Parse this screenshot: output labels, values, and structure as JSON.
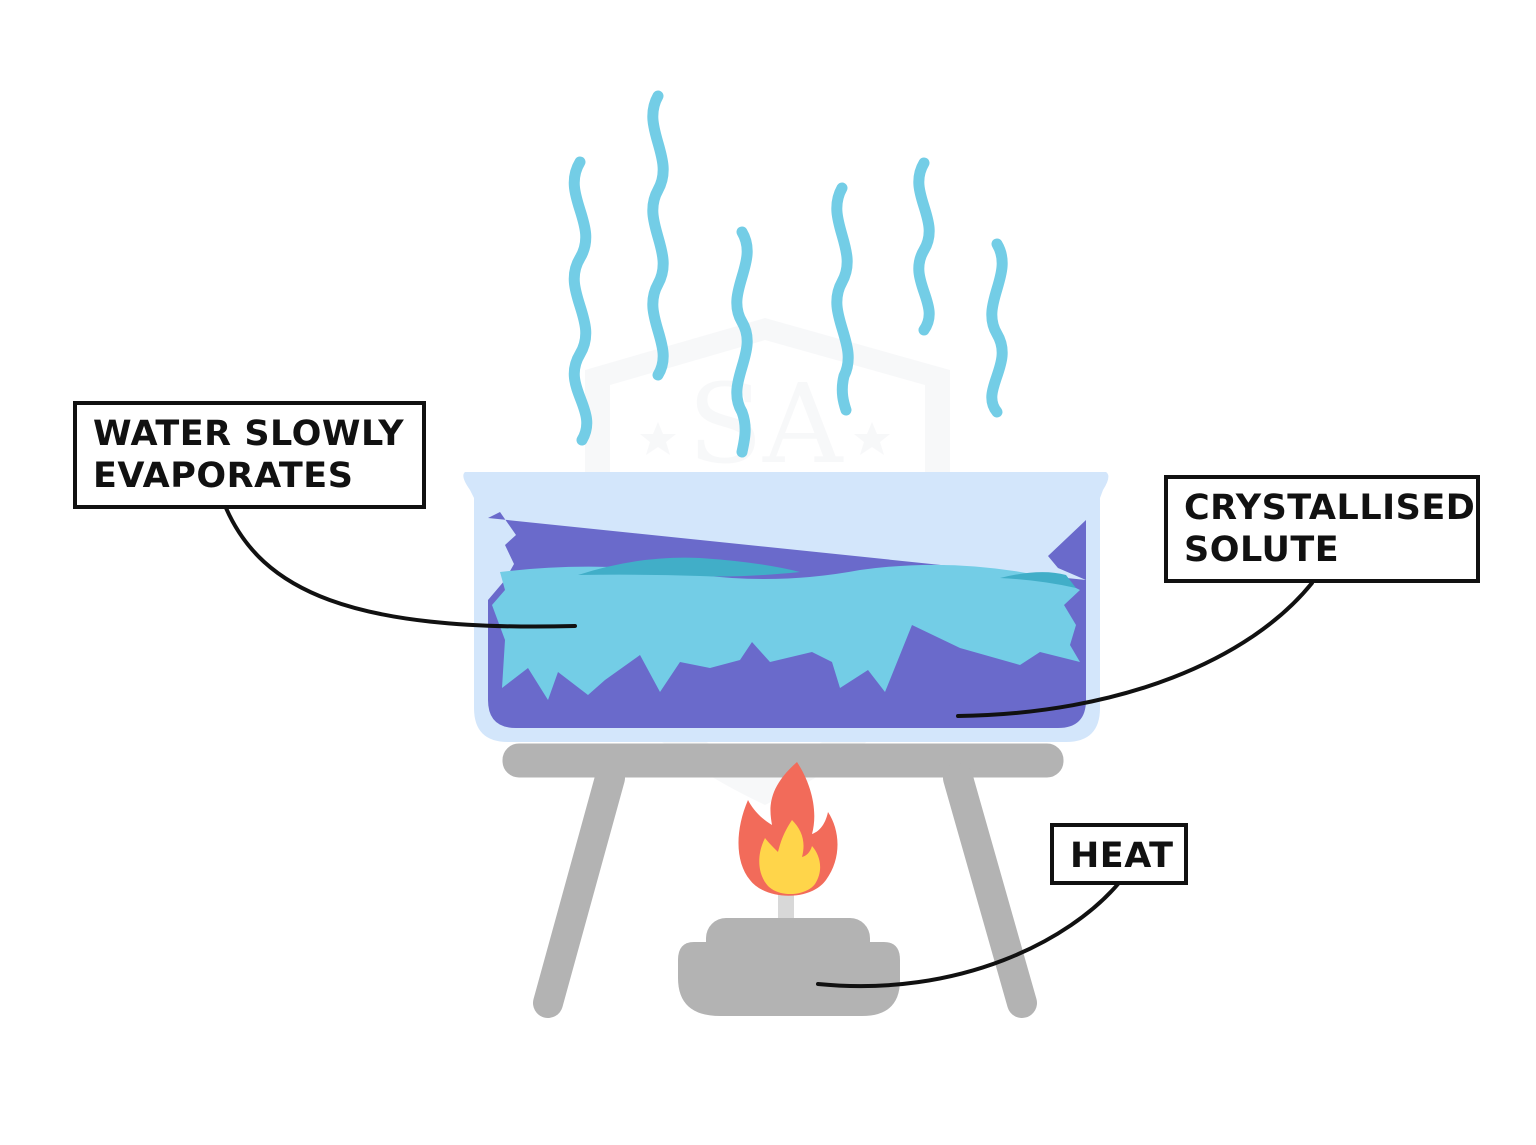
{
  "labels": {
    "water_evaporates": [
      "WATER SLOWLY",
      "EVAPORATES"
    ],
    "crystallised_solute": [
      "CRYSTALLISED",
      "SOLUTE"
    ],
    "heat": [
      "HEAT"
    ]
  },
  "watermark": {
    "monogram": "SA"
  },
  "icons": [
    "steam-wave-icon",
    "flame-icon",
    "beaker-icon",
    "tripod-icon",
    "burner-icon",
    "star-icon"
  ],
  "colors": {
    "steam": "#73CDE6",
    "beaker_glass": "#D3E6FB",
    "water": "#73CDE6",
    "water_deep": "#41AEC8",
    "crystals": "#6A6ACB",
    "tripod": "#B3B3B3",
    "burner": "#B3B3B3",
    "flame_outer": "#F26B5A",
    "flame_inner": "#FFD54A",
    "leader_line": "#111111",
    "label_border": "#111111"
  }
}
